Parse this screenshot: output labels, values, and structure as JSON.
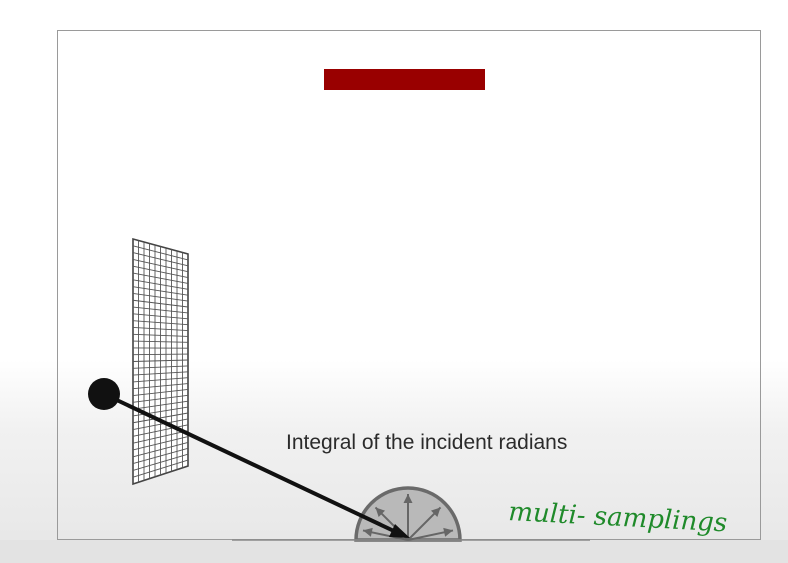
{
  "slide": {
    "caption": "Integral of the incident radians",
    "annotation": "multi- samplings"
  },
  "colors": {
    "light_bar": "#990000",
    "ink": "#111111",
    "grid_line": "#555555",
    "hemisphere_fill": "#b9b9b9",
    "hemisphere_stroke": "#6a6a6a",
    "annotation_ink": "#1f8a2a"
  },
  "icons": {
    "light_source": "red-area-light",
    "pixel_plane": "grid-plane",
    "camera": "eye-dot",
    "shading_point": "sample-hemisphere"
  }
}
